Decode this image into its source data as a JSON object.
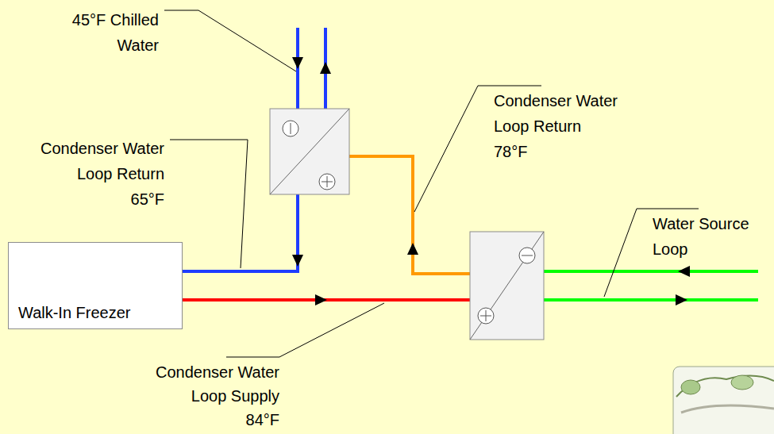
{
  "diagram": {
    "nodes": [
      {
        "text": [
          "Walk-In Freezer"
        ]
      }
    ],
    "labels": [
      "45°F Chilled Water",
      "Condenser Water Loop Return 65°F",
      "Condenser Water Loop Return 78°F",
      "Water Source Loop",
      "Condenser Water Loop Supply 84°F"
    ]
  }
}
